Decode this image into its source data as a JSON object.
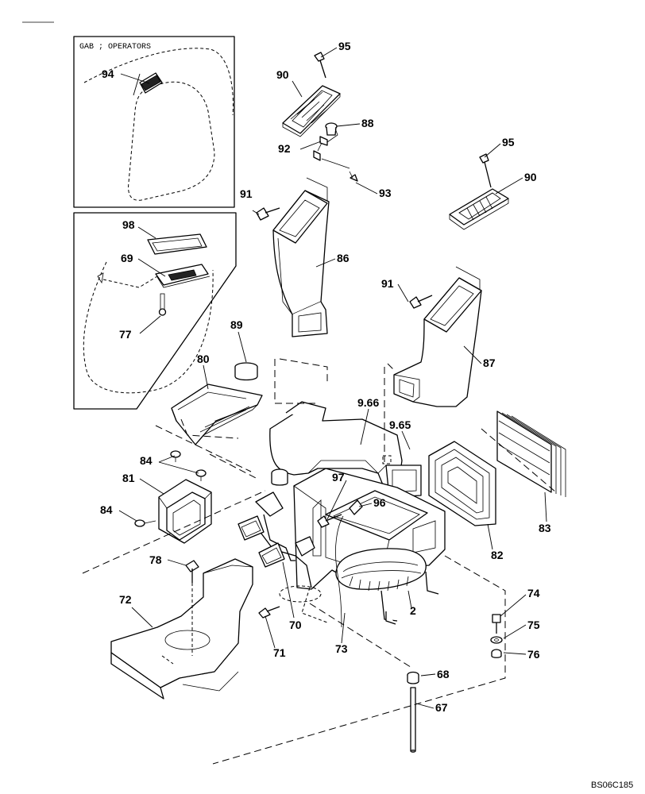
{
  "inset_caption": "GAB ; OPERATORS",
  "drawing_code": "BS06C185",
  "callouts": [
    "94",
    "95",
    "90",
    "88",
    "92",
    "93",
    "91",
    "86",
    "95",
    "90",
    "98",
    "69",
    "77",
    "91",
    "87",
    "89",
    "80",
    "9.66",
    "9.65",
    "84",
    "81",
    "84",
    "97",
    "96",
    "83",
    "82",
    "78",
    "72",
    "70",
    "71",
    "2",
    "73",
    "74",
    "75",
    "76",
    "68",
    "67"
  ]
}
